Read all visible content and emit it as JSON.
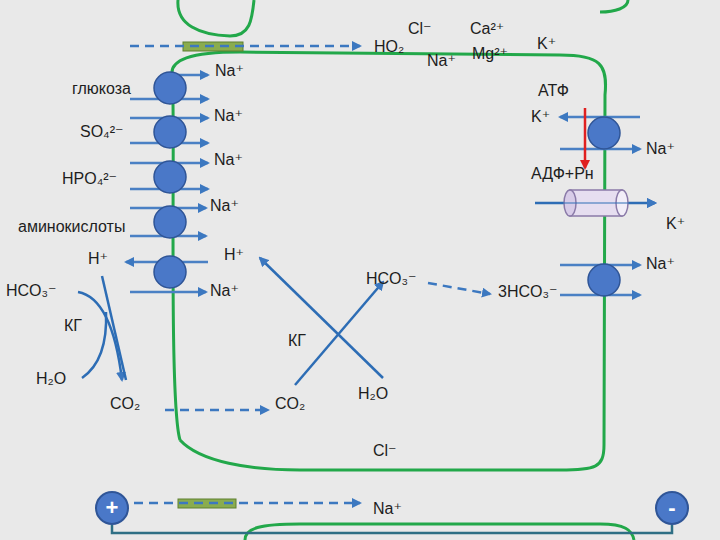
{
  "diagram": {
    "nodes": [
      {
        "text": [
          "+"
        ]
      },
      {
        "text": [
          "-"
        ]
      }
    ],
    "edges": [
      {
        "from": 0,
        "to": 1,
        "arrow": "none"
      }
    ],
    "labels": [
      "Cl⁻",
      "Ca²⁺",
      "HO₂",
      "Na⁺",
      "Mg²⁺",
      "K⁺",
      "Na⁺",
      "глюкоза",
      "Na⁺",
      "SO₄²⁻",
      "Na⁺",
      "HPO₄²⁻",
      "Na⁺",
      "аминокислоты",
      "H⁺",
      "H⁺",
      "Na⁺",
      "HCO₃⁻",
      "КГ",
      "H₂O",
      "CO₂",
      "CO₂",
      "HCO₃⁻",
      "3HCO₃⁻",
      "КГ",
      "H₂O",
      "АТФ",
      "K⁺",
      "Na⁺",
      "АДФ+Рн",
      "K⁺",
      "Na⁺",
      "Cl⁻",
      "Na⁺"
    ]
  }
}
